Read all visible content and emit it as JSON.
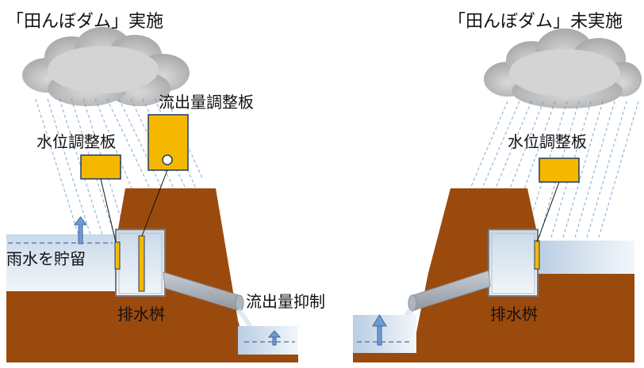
{
  "left_panel": {
    "title": "「田んぼダム」実施",
    "label_outflow_board": "流出量調整板",
    "label_level_board": "水位調整板",
    "label_store_rain": "雨水を貯留",
    "label_drain_box": "排水桝",
    "label_outflow_suppress": "流出量抑制"
  },
  "right_panel": {
    "title": "「田んぼダム」未実施",
    "label_level_board": "水位調整板",
    "label_drain_box": "排水桝"
  },
  "colors": {
    "soil": "#9b4a0e",
    "board": "#f5b800",
    "board_border": "#1f3b66",
    "water_top": "#c9d9ea",
    "water_bottom": "#f0f5fa",
    "rain": "#5a8fc6",
    "arrow": "#6f9bd0",
    "pipe": "#9aa3ad",
    "cloud": "#cfcfcf"
  },
  "icons": [
    "cloud-icon",
    "up-arrow-icon"
  ]
}
